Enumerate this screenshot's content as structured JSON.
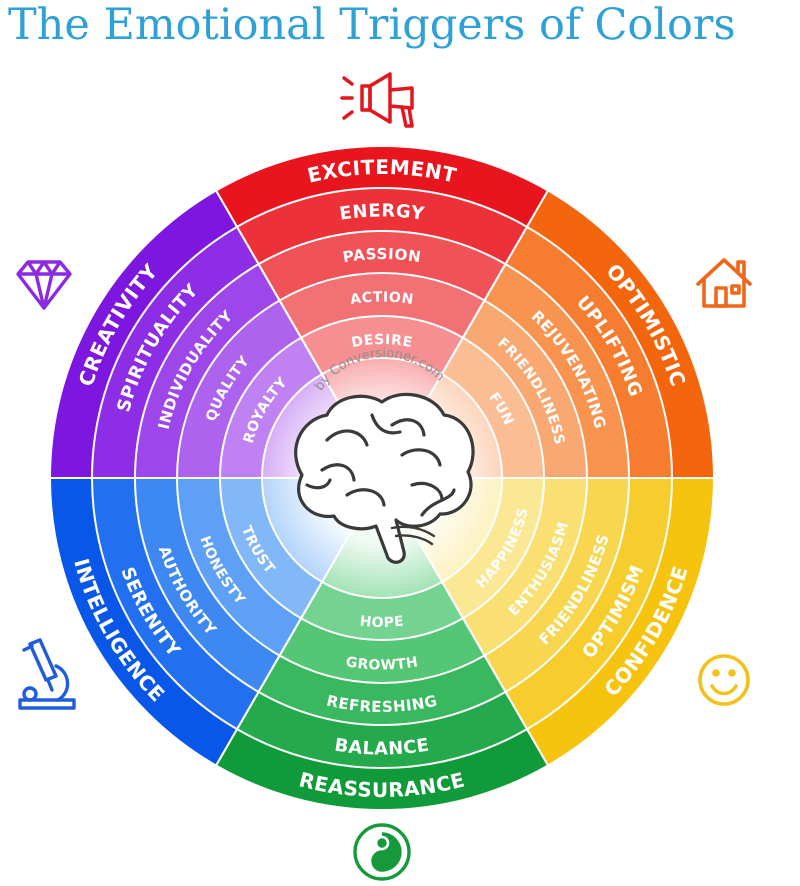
{
  "title": "The Emotional Triggers of Colors",
  "credit": "by Conversioner.com",
  "sectors": [
    {
      "id": "red",
      "colors": [
        "#e8141e",
        "#ec3138",
        "#ef5257",
        "#f27175",
        "#f58f91",
        "#f9b0b1"
      ],
      "labels": [
        "EXCITEMENT",
        "ENERGY",
        "PASSION",
        "ACTION",
        "DESIRE"
      ],
      "icon": "megaphone-icon",
      "icon_color": "#e2161c"
    },
    {
      "id": "orange",
      "colors": [
        "#f4660d",
        "#f67d2f",
        "#f89350",
        "#f9a871",
        "#fbbd94",
        "#fdd6bf"
      ],
      "labels": [
        "OPTIMISTIC",
        "UPLIFTING",
        "REJUVENATING",
        "FRIENDLINESS",
        "FUN"
      ],
      "icon": "house-icon",
      "icon_color": "#f0661a"
    },
    {
      "id": "yellow",
      "colors": [
        "#f6c40f",
        "#f7cd2e",
        "#f8d64f",
        "#fadf72",
        "#fbe894",
        "#fdf2c2"
      ],
      "labels": [
        "CONFIDENCE",
        "OPTIMISM",
        "FRIENDLINESS",
        "ENTHUSIASM",
        "HAPPINESS"
      ],
      "icon": "smiley-icon",
      "icon_color": "#f3c21a"
    },
    {
      "id": "green",
      "colors": [
        "#119a3a",
        "#24a94c",
        "#3ab860",
        "#54c676",
        "#74d390",
        "#a6e4b7"
      ],
      "labels": [
        "REASSURANCE",
        "BALANCE",
        "REFRESHING",
        "GROWTH",
        "HOPE"
      ],
      "icon": "yin-yang-icon",
      "icon_color": "#15993b"
    },
    {
      "id": "blue",
      "colors": [
        "#0857e8",
        "#2270ef",
        "#3e88f2",
        "#5ea0f5",
        "#82b8f8",
        "#b4d5fb"
      ],
      "labels": [
        "INTELLIGENCE",
        "SERENITY",
        "AUTHORITY",
        "HONESTY",
        "TRUST"
      ],
      "icon": "microscope-icon",
      "icon_color": "#1f5ed8"
    },
    {
      "id": "purple",
      "colors": [
        "#7d16df",
        "#8d2de6",
        "#9d47ea",
        "#ad63ee",
        "#c082f2",
        "#d8b0f7"
      ],
      "labels": [
        "CREATIVITY",
        "SPIRITUALITY",
        "INDIVIDUALITY",
        "QUALITY",
        "ROYALTY"
      ],
      "icon": "diamond-icon",
      "icon_color": "#8a2be2"
    }
  ]
}
